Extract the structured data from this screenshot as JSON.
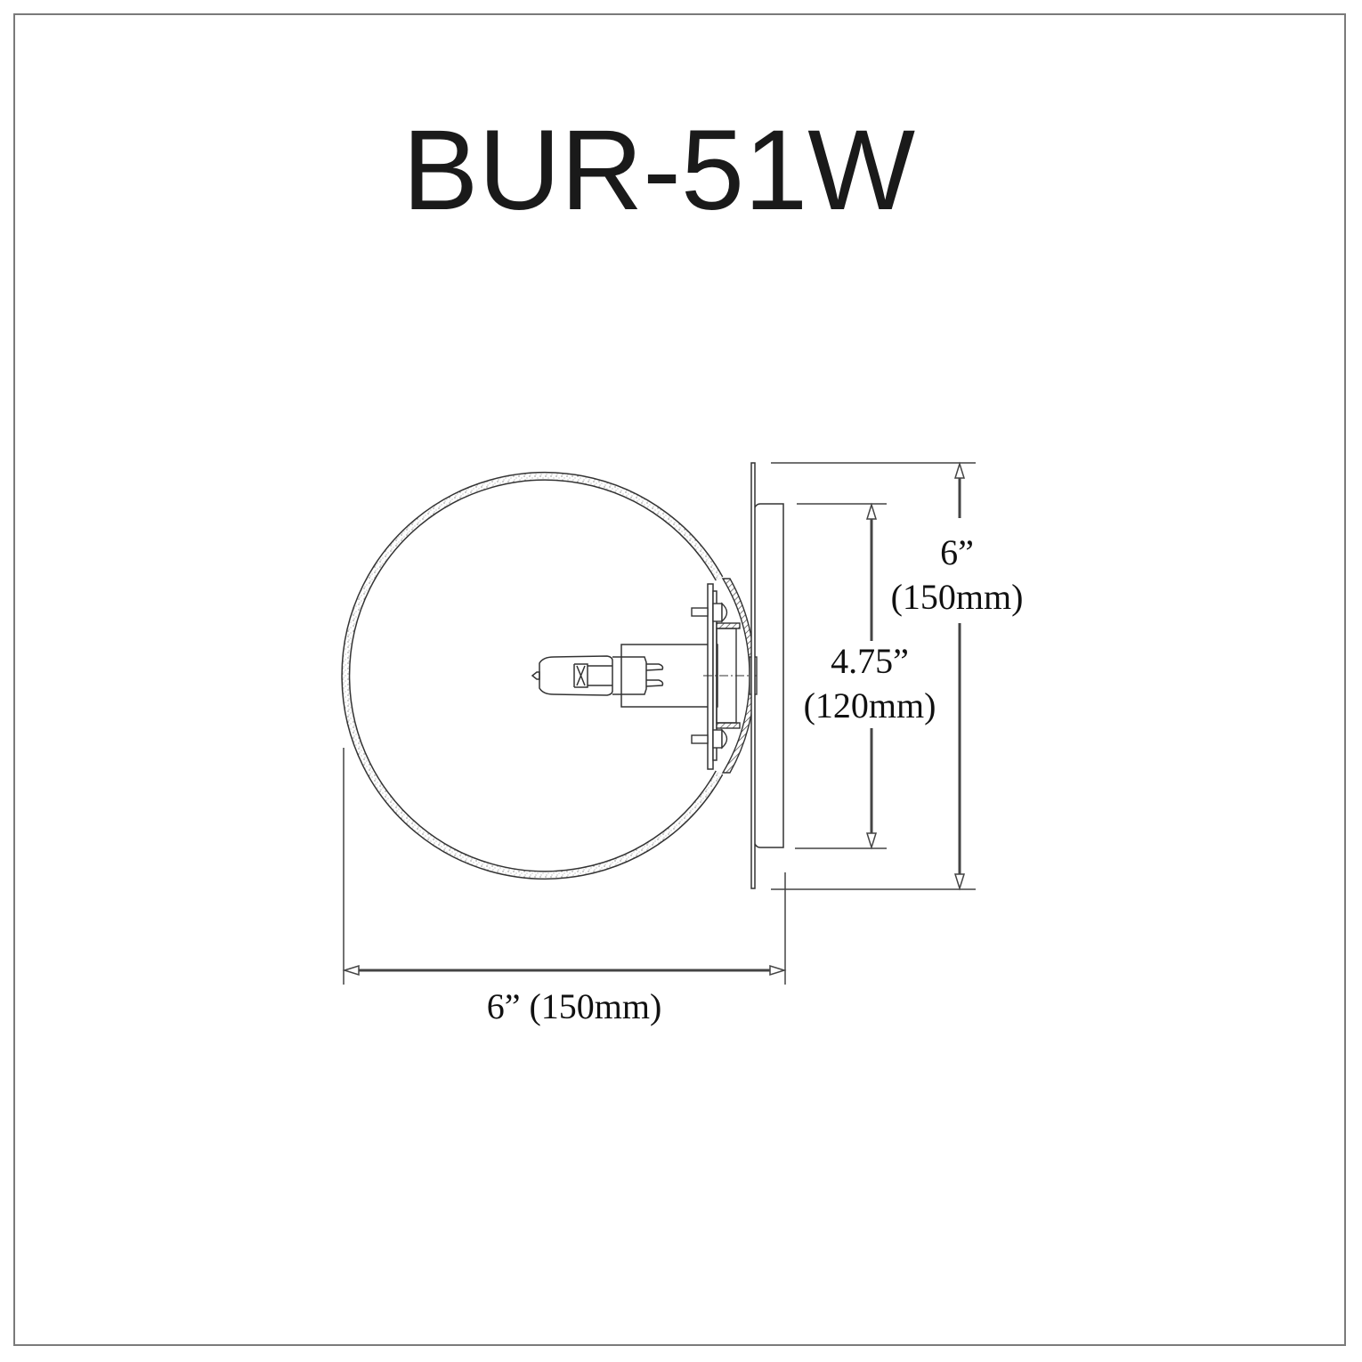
{
  "drawing": {
    "title": "BUR-51W",
    "dimensions": {
      "overall_height": {
        "inches": "6”",
        "mm": "(150mm)"
      },
      "canopy_height": {
        "inches": "4.75”",
        "mm": "(120mm)"
      },
      "overall_depth": {
        "label": "6” (150mm)"
      }
    },
    "components": [
      "globe-shade",
      "g9-halogen-bulb",
      "socket",
      "mounting-bracket",
      "mounting-screws",
      "wall-plate",
      "canopy"
    ],
    "colors": {
      "line": "#333333",
      "frame": "#7a7a7a",
      "background": "#ffffff"
    }
  }
}
